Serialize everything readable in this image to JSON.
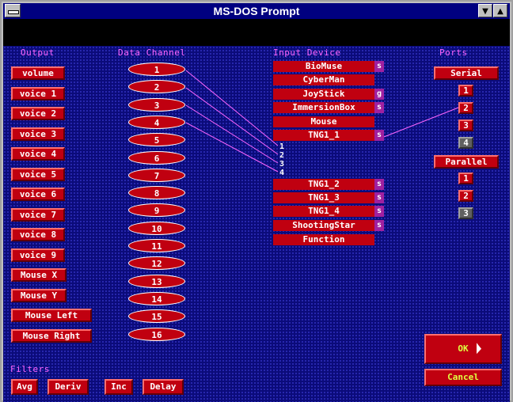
{
  "window": {
    "title": "MS-DOS Prompt"
  },
  "headers": {
    "output": "Output",
    "data_channel": "Data Channel",
    "input_device": "Input Device",
    "ports": "Ports",
    "filters": "Filters"
  },
  "outputs": [
    "volume",
    "voice 1",
    "voice 2",
    "voice 3",
    "voice 4",
    "voice 5",
    "voice 6",
    "voice 7",
    "voice 8",
    "voice 9",
    "Mouse X",
    "Mouse Y",
    "Mouse Left",
    "Mouse Right"
  ],
  "channels": [
    "1",
    "2",
    "3",
    "4",
    "5",
    "6",
    "7",
    "8",
    "9",
    "10",
    "11",
    "12",
    "13",
    "14",
    "15",
    "16"
  ],
  "devices": [
    {
      "name": "BioMuse",
      "flag": "s"
    },
    {
      "name": "CyberMan",
      "flag": ""
    },
    {
      "name": "JoyStick",
      "flag": "g"
    },
    {
      "name": "ImmersionBox",
      "flag": "s"
    },
    {
      "name": "Mouse",
      "flag": ""
    },
    {
      "name": "TNG1_1",
      "flag": "s"
    },
    {
      "name": "TNG1_2",
      "flag": "s"
    },
    {
      "name": "TNG1_3",
      "flag": "s"
    },
    {
      "name": "TNG1_4",
      "flag": "s"
    },
    {
      "name": "ShootingStar",
      "flag": "s"
    },
    {
      "name": "Function",
      "flag": ""
    }
  ],
  "tng_sub_channels": [
    "1",
    "2",
    "3",
    "4"
  ],
  "ports": {
    "serial_label": "Serial",
    "serial": [
      "1",
      "2",
      "3",
      "4"
    ],
    "parallel_label": "Parallel",
    "parallel": [
      "1",
      "2",
      "3"
    ]
  },
  "buttons": {
    "ok": "OK",
    "cancel": "Cancel"
  },
  "filters": [
    "Avg",
    "Deriv",
    "Inc",
    "Delay"
  ],
  "colors": {
    "background": "#0b0b7a",
    "button": "#c00010",
    "header_text": "#ff66ff",
    "flag": "#a020a0",
    "link_line": "#ff66ff",
    "ok_text": "#e0ff40"
  }
}
